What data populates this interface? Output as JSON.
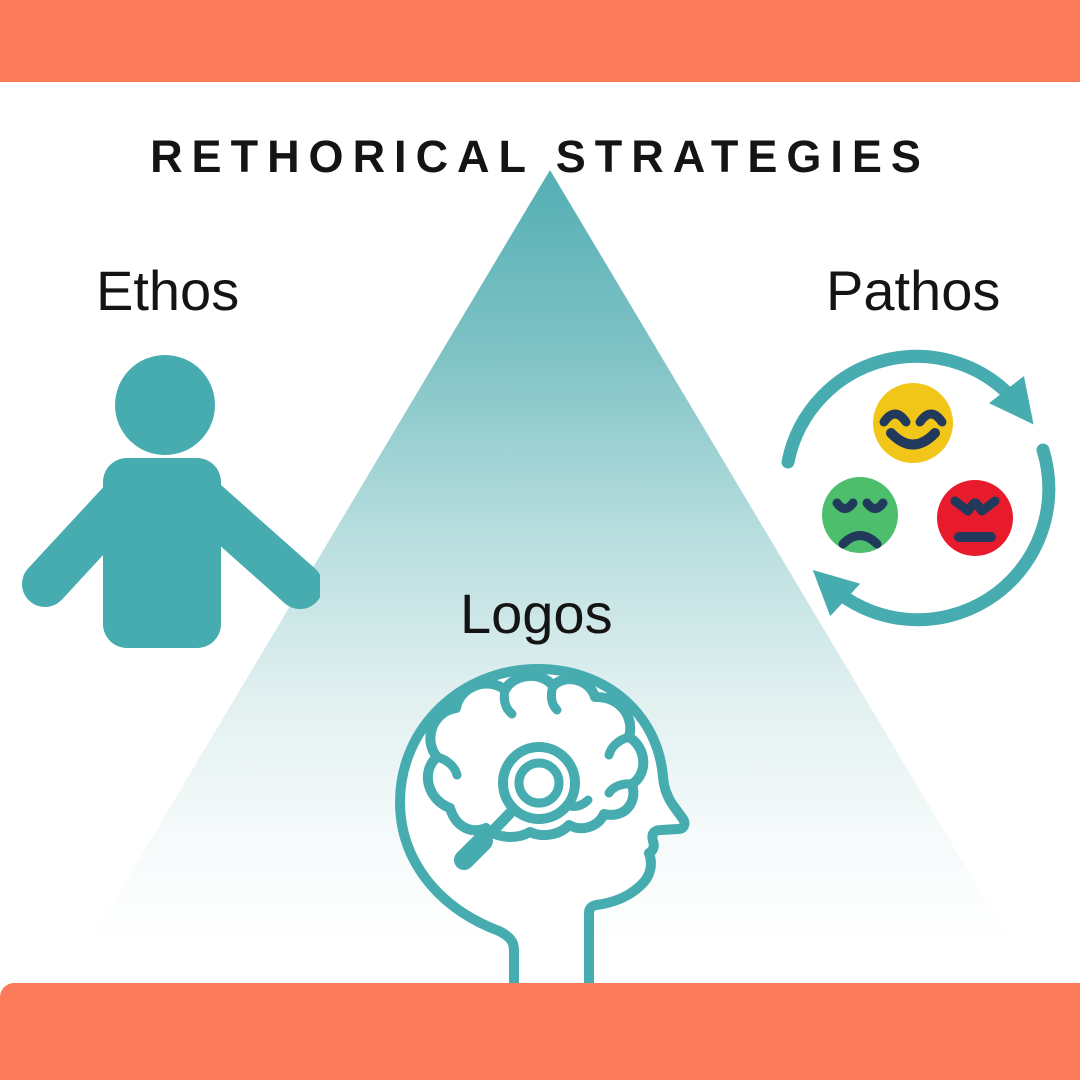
{
  "title": "RETHORICAL STRATEGIES",
  "sections": {
    "ethos": {
      "label": "Ethos",
      "icon": "person-icon"
    },
    "pathos": {
      "label": "Pathos",
      "icon": "emotion-faces-cycle-icon"
    },
    "logos": {
      "label": "Logos",
      "icon": "head-brain-magnifier-icon"
    }
  },
  "colors": {
    "band_orange": "#FC7B5B",
    "teal": "#46ACB0",
    "triangle_teal_top": "#54AFB4",
    "emoji_yellow": "#F2C619",
    "emoji_green": "#4DBE6C",
    "emoji_red": "#E81B2D",
    "emoji_features_navy": "#21395B",
    "text_black": "#141414"
  }
}
